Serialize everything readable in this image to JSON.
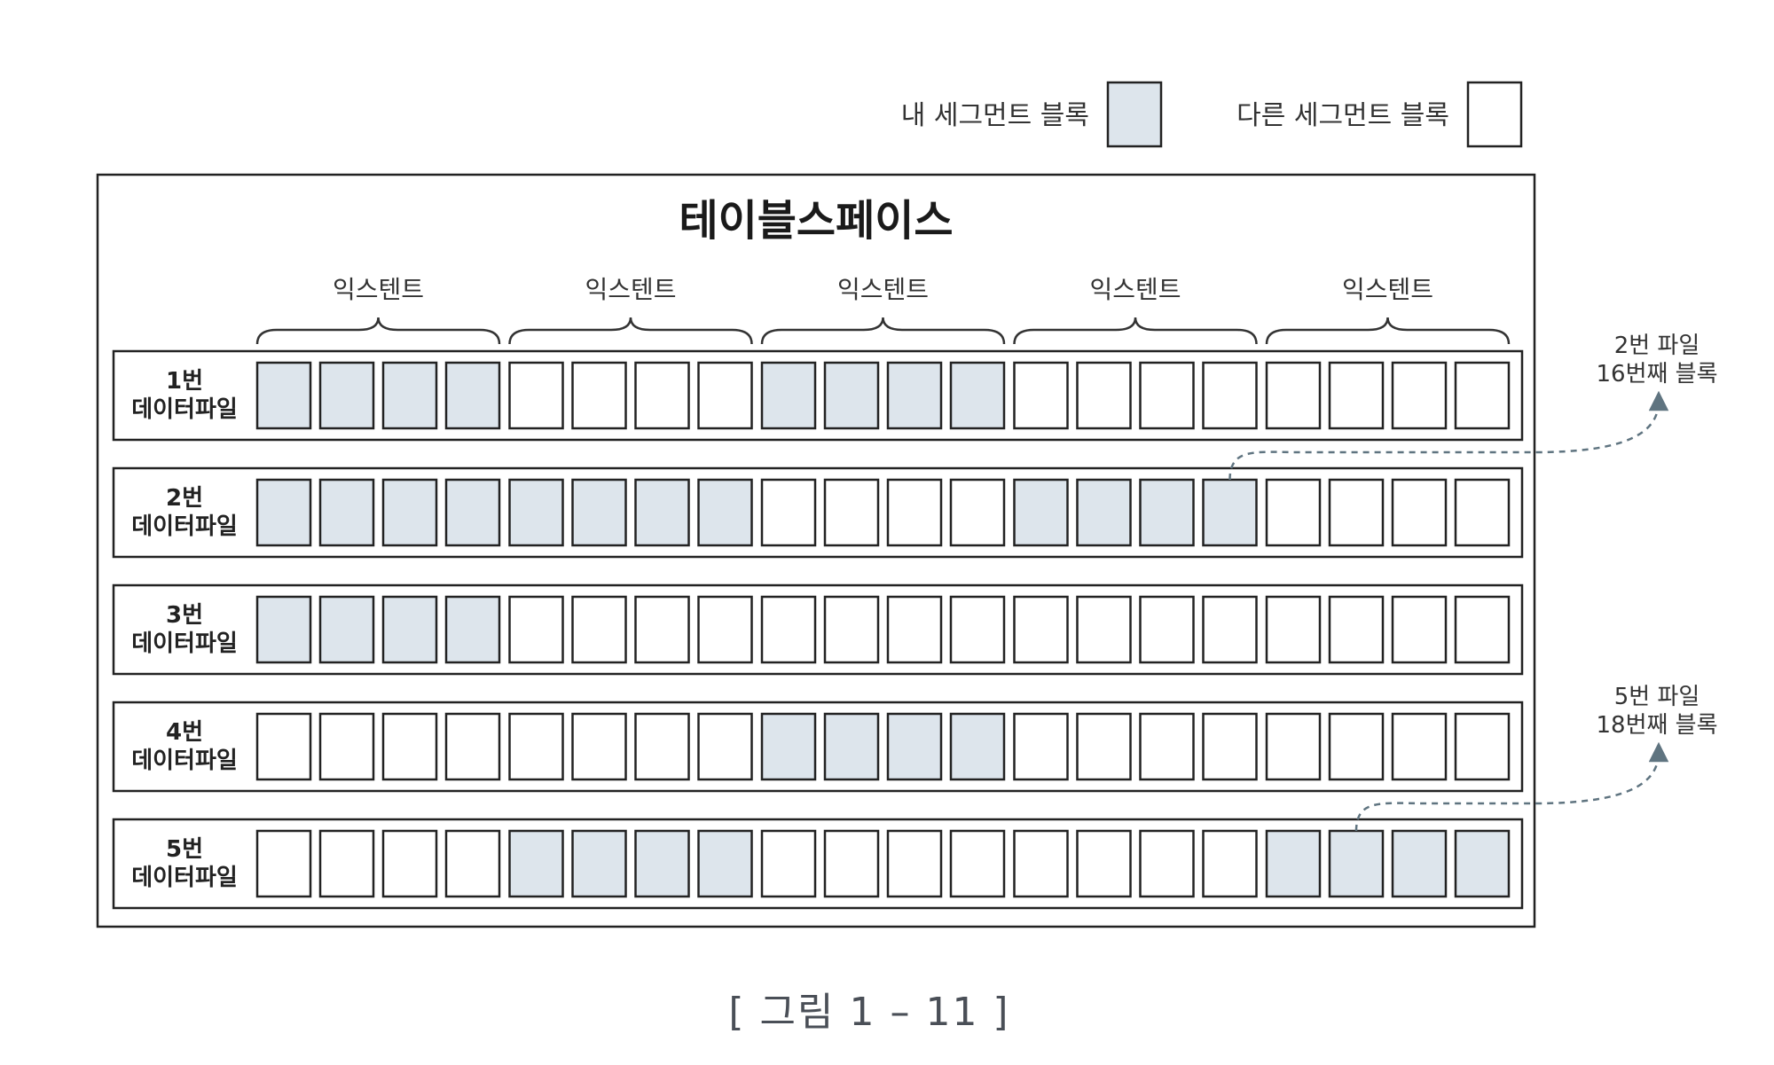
{
  "legend": {
    "mine_label": "내 세그먼트 블록",
    "other_label": "다른 세그먼트 블록"
  },
  "tablespace": {
    "title": "테이블스페이스"
  },
  "extent_label": "익스텐트",
  "extent_count": 5,
  "blocks_per_extent": 4,
  "colors": {
    "mine_fill": "#dde5ec",
    "other_fill": "#ffffff",
    "border": "#222222",
    "annotation": "#5f7480"
  },
  "datafiles": [
    {
      "label": [
        "1번",
        "데이터파일"
      ],
      "mine_extents": [
        0,
        2
      ]
    },
    {
      "label": [
        "2번",
        "데이터파일"
      ],
      "mine_extents": [
        0,
        1,
        3
      ]
    },
    {
      "label": [
        "3번",
        "데이터파일"
      ],
      "mine_extents": [
        0
      ]
    },
    {
      "label": [
        "4번",
        "데이터파일"
      ],
      "mine_extents": [
        2
      ]
    },
    {
      "label": [
        "5번",
        "데이터파일"
      ],
      "mine_extents": [
        1,
        4
      ]
    }
  ],
  "annotations": [
    {
      "file_index": 1,
      "block_number": 16,
      "text": [
        "2번 파일",
        "16번째 블록"
      ]
    },
    {
      "file_index": 4,
      "block_number": 18,
      "text": [
        "5번 파일",
        "18번째 블록"
      ]
    }
  ],
  "caption": "[ 그림 1 – 11 ]"
}
